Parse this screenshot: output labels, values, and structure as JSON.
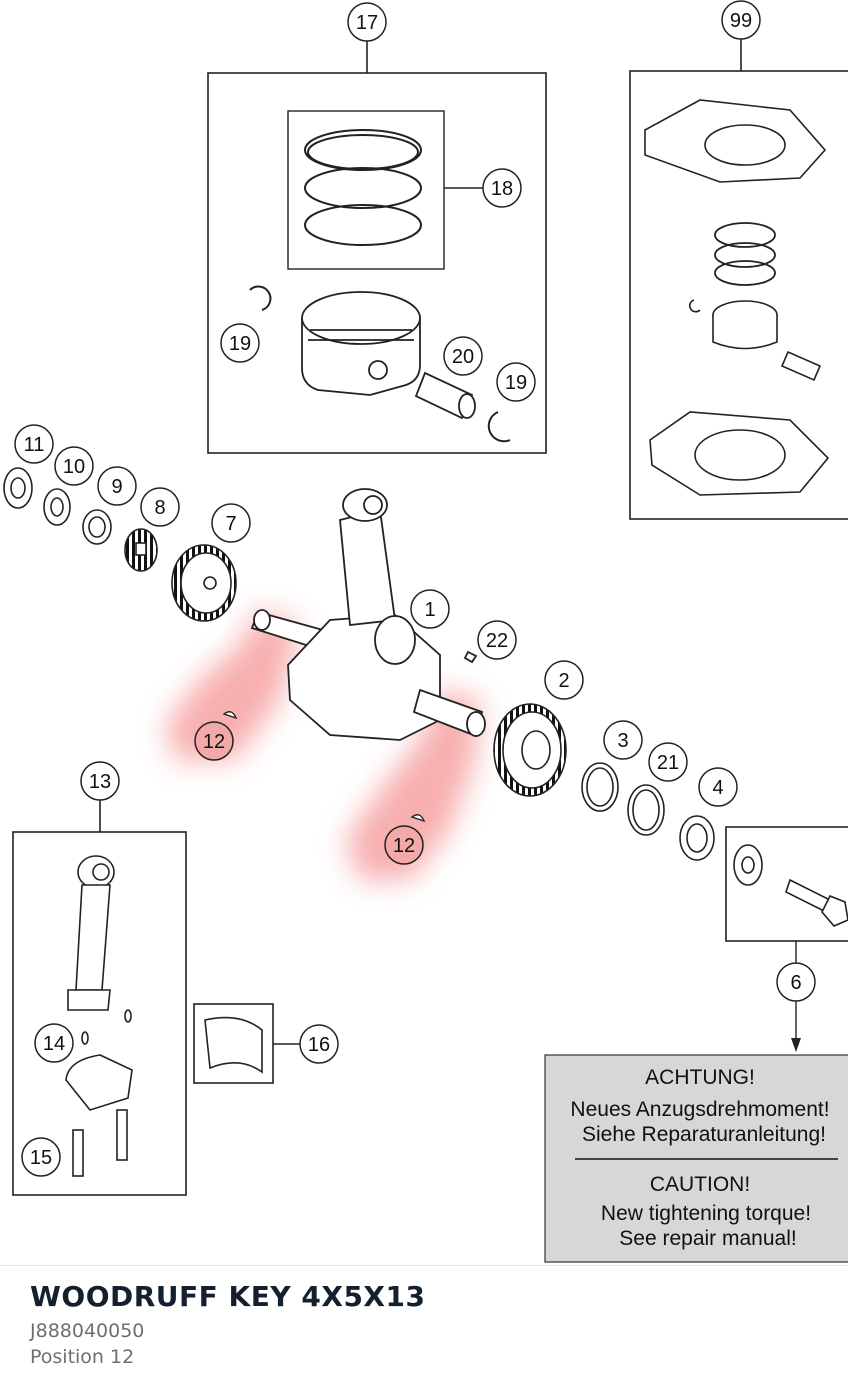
{
  "callouts": {
    "c1": "1",
    "c2": "2",
    "c3": "3",
    "c4": "4",
    "c6": "6",
    "c7": "7",
    "c8": "8",
    "c9": "9",
    "c10": "10",
    "c11": "11",
    "c12a": "12",
    "c12b": "12",
    "c13": "13",
    "c14": "14",
    "c15": "15",
    "c16": "16",
    "c17": "17",
    "c18": "18",
    "c19a": "19",
    "c19b": "19",
    "c20": "20",
    "c21": "21",
    "c22": "22",
    "c99": "99"
  },
  "warning": {
    "de_title": "ACHTUNG!",
    "de_line1": "Neues Anzugsdrehmoment!",
    "de_line2": "Siehe Reparaturanleitung!",
    "en_title": "CAUTION!",
    "en_line1": "New tightening torque!",
    "en_line2": "See repair manual!"
  },
  "selected_part": {
    "name": "WOODRUFF KEY 4X5X13",
    "number": "J888040050",
    "position": "Position 12"
  },
  "colors": {
    "highlight": "#f26d6d",
    "line": "#222222",
    "warning_bg": "#d7d7d7"
  }
}
